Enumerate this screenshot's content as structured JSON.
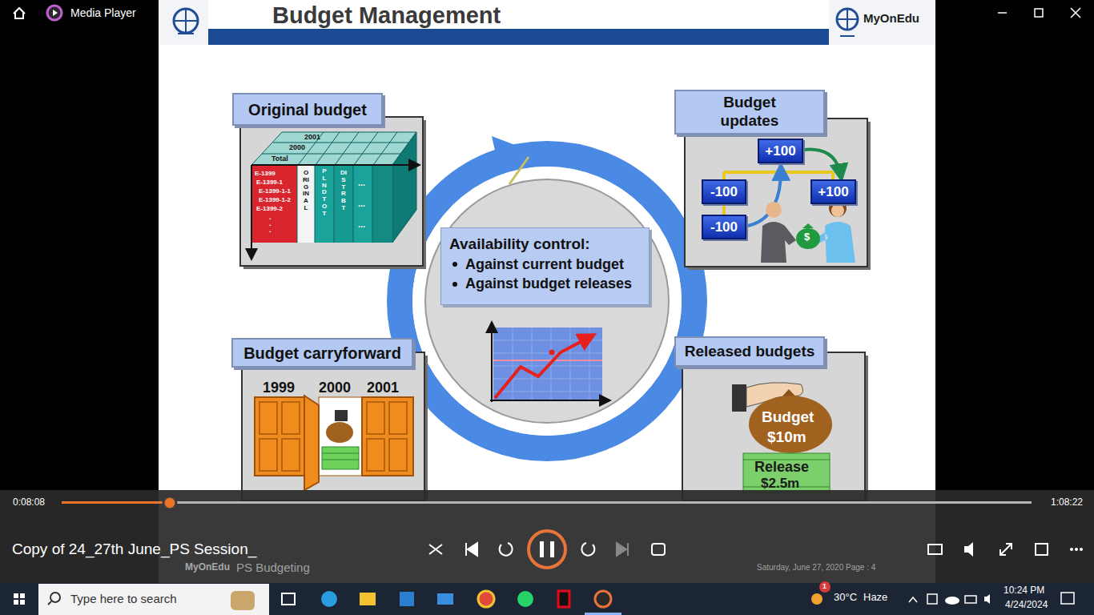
{
  "diagram": {
    "title": "Budget Management",
    "nodes": [
      {
        "text": [
          "Original budget"
        ]
      },
      {
        "text": [
          "Budget updates"
        ]
      },
      {
        "text": [
          "Availability control:",
          "Against current budget",
          "Against budget releases"
        ]
      },
      {
        "text": [
          "Budget carryforward"
        ]
      },
      {
        "text": [
          "Released budgets"
        ]
      },
      {
        "text": [
          "+100"
        ],
        "in": 1
      },
      {
        "text": [
          "-100"
        ],
        "in": 1
      },
      {
        "text": [
          "+100"
        ],
        "in": 1
      },
      {
        "text": [
          "-100"
        ],
        "in": 1
      }
    ],
    "labels": [
      "Media Player",
      "MyOnEdu",
      "2001",
      "2000",
      "Total",
      "E-1399",
      "E-1399-1",
      "E-1399-1-1",
      "E-1399-1-2",
      "E-1399-2",
      ".",
      ".",
      ".",
      "ORIGINAL",
      "PLND TOT",
      "DISTRBT",
      "...",
      "...",
      "...",
      "$",
      "1999",
      "2000",
      "2001",
      "Budget",
      "$10m",
      "Release",
      "$2.5m",
      "0:08:08",
      "1:08:22",
      "Copy of 24_27th June_PS Session_",
      "MyOnEdu",
      "PS Budgeting",
      "Saturday, June 27, 2020 Page : 4",
      "Type here to search",
      "30°C",
      "Haze",
      "10:24 PM",
      "4/24/2024",
      "1"
    ]
  }
}
